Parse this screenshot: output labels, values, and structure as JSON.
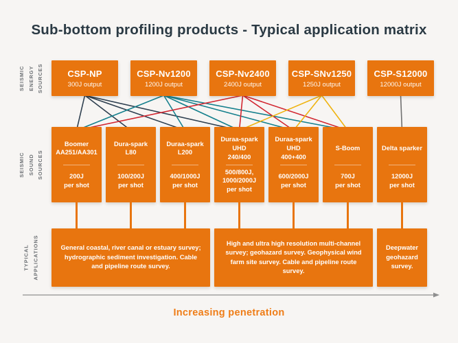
{
  "title": "Sub-bottom profiling products - Typical application matrix",
  "colors": {
    "background": "#f7f5f3",
    "box_orange": "#e8750f",
    "title_text": "#2b3a44",
    "axis_label_orange": "#ef7d17",
    "axis_arrow_gray": "#8f8f8f",
    "side_label_gray": "#6d7175"
  },
  "side_labels": {
    "energy": "SEISMIC\nENERGY SOURCES",
    "sound": "SEISMIC\nSOUND SOURCES",
    "applications": "TYPICAL\nAPPLICATIONS"
  },
  "energy_sources": [
    {
      "name": "CSP-NP",
      "output": "300J output",
      "line_color": "#2e3f4f"
    },
    {
      "name": "CSP-Nv1200",
      "output": "1200J output",
      "line_color": "#15808d"
    },
    {
      "name": "CSP-Nv2400",
      "output": "2400J output",
      "line_color": "#d22630"
    },
    {
      "name": "CSP-SNv1250",
      "output": "1250J output",
      "line_color": "#efb310"
    },
    {
      "name": "CSP-S12000",
      "output": "12000J output",
      "line_color": "#707070"
    }
  ],
  "sound_sources": [
    {
      "name": "Boomer\nAA251/AA301",
      "energy": "200J\nper shot"
    },
    {
      "name": "Dura-spark\nL80",
      "energy": "100/200J\nper shot"
    },
    {
      "name": "Duraa-spark\nL200",
      "energy": "400/1000J\nper shot"
    },
    {
      "name": "Duraa-spark\nUHD\n240/400",
      "energy": "500/800J,\n1000/2000J\nper shot"
    },
    {
      "name": "Duraa-spark\nUHD\n400+400",
      "energy": "600/2000J\nper shot"
    },
    {
      "name": "S-Boom",
      "energy": "700J\nper shot"
    },
    {
      "name": "Delta sparker",
      "energy": "12000J\nper shot"
    }
  ],
  "connections": [
    {
      "from": 0,
      "to": 0
    },
    {
      "from": 0,
      "to": 1
    },
    {
      "from": 0,
      "to": 2
    },
    {
      "from": 0,
      "to": 3
    },
    {
      "from": 1,
      "to": 0
    },
    {
      "from": 1,
      "to": 2
    },
    {
      "from": 1,
      "to": 3
    },
    {
      "from": 1,
      "to": 4
    },
    {
      "from": 1,
      "to": 5
    },
    {
      "from": 2,
      "to": 0
    },
    {
      "from": 2,
      "to": 3
    },
    {
      "from": 2,
      "to": 4
    },
    {
      "from": 2,
      "to": 5
    },
    {
      "from": 3,
      "to": 3
    },
    {
      "from": 3,
      "to": 4
    },
    {
      "from": 3,
      "to": 5
    },
    {
      "from": 4,
      "to": 6
    }
  ],
  "applications": [
    {
      "text": "General coastal, river canal or estuary survey; hydrographic sediment investigation. Cable and pipeline route survey."
    },
    {
      "text": "High and ultra high resolution multi-channel survey; geohazard survey. Geophysical wind farm site survey. Cable and pipeline route survey."
    },
    {
      "text": "Deepwater geohazard survey."
    }
  ],
  "axis": {
    "label": "Increasing penetration"
  }
}
